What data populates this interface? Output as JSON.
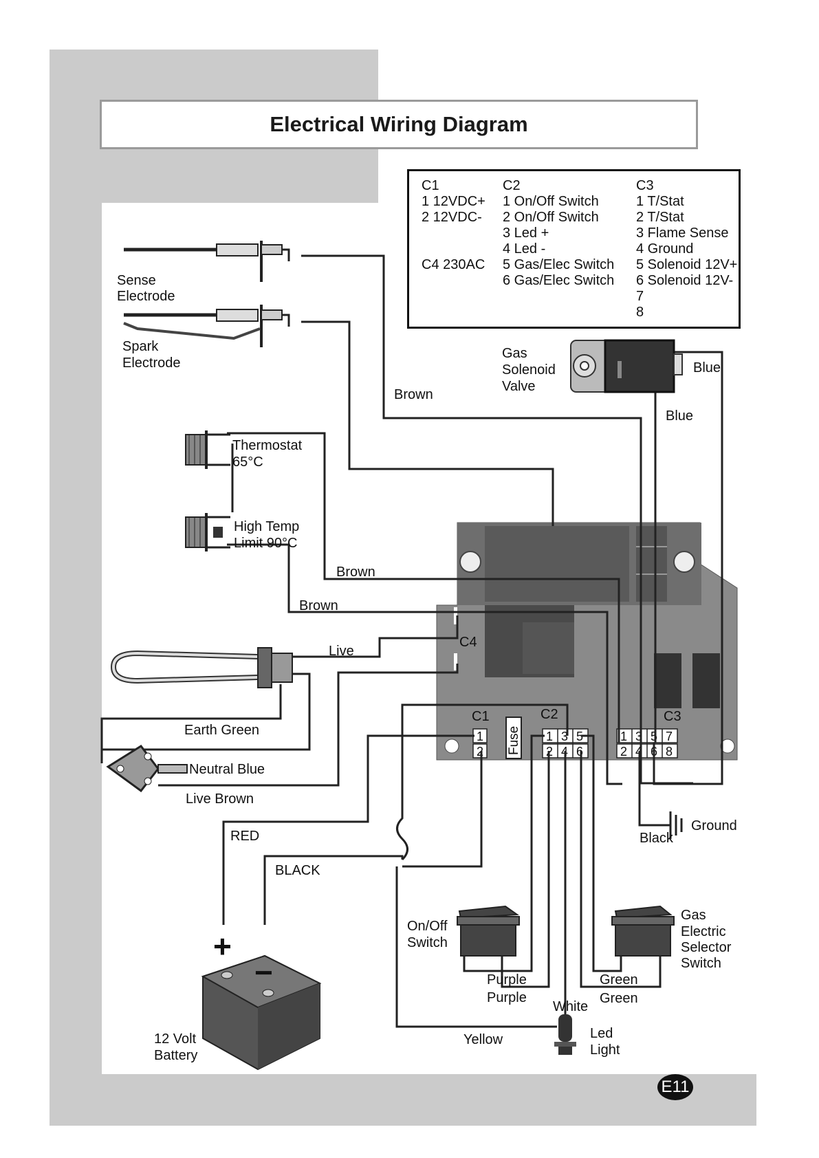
{
  "title": "Electrical Wiring Diagram",
  "legend": {
    "c1": [
      "C1",
      "1 12VDC+",
      "2 12VDC-",
      "",
      "",
      "C4 230AC"
    ],
    "c2": [
      "C2",
      "1 On/Off Switch",
      "2 On/Off Switch",
      "3 Led +",
      "4 Led -",
      "5 Gas/Elec Switch",
      "6 Gas/Elec Switch"
    ],
    "c3": [
      "C3",
      "1 T/Stat",
      "2 T/Stat",
      "3 Flame Sense",
      "4 Ground",
      "5 Solenoid 12V+",
      "6 Solenoid 12V-",
      "7",
      "8"
    ]
  },
  "components": {
    "sense_electrode": [
      "Sense",
      "Electrode"
    ],
    "spark_electrode": [
      "Spark",
      "Electrode"
    ],
    "thermostat": [
      "Thermostat",
      "65°C"
    ],
    "high_temp_limit": [
      "High Temp",
      "Limit 90°C"
    ],
    "gas_solenoid_valve": [
      "Gas",
      "Solenoid",
      "Valve"
    ],
    "on_off_switch": [
      "On/Off",
      "Switch"
    ],
    "gas_electric_selector": [
      "Gas",
      "Electric",
      "Selector",
      "Switch"
    ],
    "battery": [
      "12 Volt",
      "Battery"
    ],
    "led_light": [
      "Led",
      "Light"
    ]
  },
  "wires": {
    "brown1": "Brown",
    "brown2": "Brown",
    "brown3": "Brown",
    "blue1": "Blue",
    "blue2": "Blue",
    "live": "Live",
    "earth_green": "Earth Green",
    "neutral_blue": "Neutral Blue",
    "live_brown": "Live Brown",
    "red": "RED",
    "black": "BLACK",
    "ground": "Ground",
    "black_ground": "Black",
    "purple1": "Purple",
    "purple2": "Purple",
    "white": "White",
    "green1": "Green",
    "green2": "Green",
    "yellow": "Yellow"
  },
  "board": {
    "c4": "C4",
    "c1": "C1",
    "c2": "C2",
    "c3": "C3",
    "fuse": "Fuse",
    "c1_pins": [
      "1",
      "2"
    ],
    "c2_pins_top": [
      "1",
      "3",
      "5"
    ],
    "c2_pins_bottom": [
      "2",
      "4",
      "6"
    ],
    "c3_pins_top": [
      "1",
      "3",
      "5",
      "7"
    ],
    "c3_pins_bottom": [
      "2",
      "4",
      "6",
      "8"
    ]
  },
  "battery_symbols": {
    "plus": "+",
    "minus": "−"
  },
  "page_number": "E11"
}
